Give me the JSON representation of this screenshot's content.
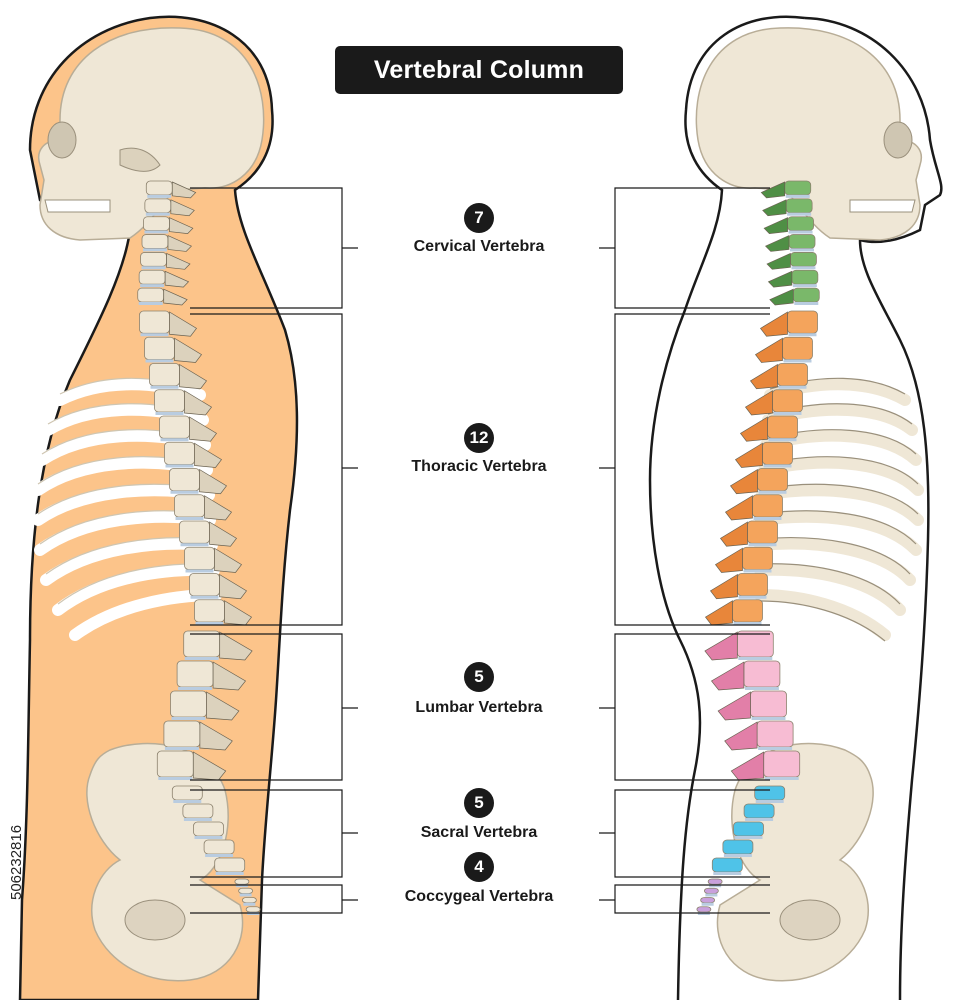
{
  "title": "Vertebral Column",
  "watermark_id": "506232816",
  "regions": [
    {
      "key": "cervical",
      "count": "7",
      "label": "Cervical Vertebra",
      "color": "#7ab86a",
      "dark": "#4f8f45"
    },
    {
      "key": "thoracic",
      "count": "12",
      "label": "Thoracic Vertebra",
      "color": "#f4a45c",
      "dark": "#e8863a"
    },
    {
      "key": "lumbar",
      "count": "5",
      "label": "Lumbar Vertebra",
      "color": "#f7bcd3",
      "dark": "#e27fa8"
    },
    {
      "key": "sacral",
      "count": "5",
      "label": "Sacral Vertebra",
      "color": "#4fc3e8",
      "dark": "#2a8fd0"
    },
    {
      "key": "coccygeal",
      "count": "4",
      "label": "Coccygeal Vertebra",
      "color": "#c9a0dc",
      "dark": "#9c6dc2"
    }
  ],
  "colors": {
    "skin": "#fcc48a",
    "bone": "#efe7d6",
    "bone_shadow": "#dcd2bd",
    "outline": "#1a1a1a",
    "disc": "#b9cce0"
  }
}
